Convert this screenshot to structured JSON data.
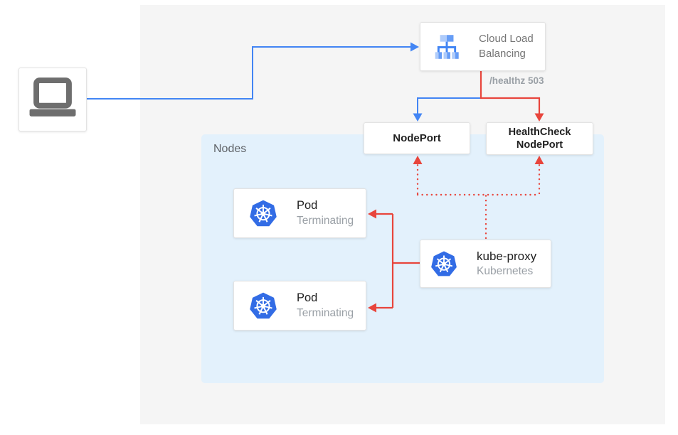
{
  "colors": {
    "canvas-bg": "#F5F5F5",
    "panel-bg": "#E3F1FC",
    "blue": "#4285F4",
    "red": "#E8453C",
    "k8s-blue": "#326CE5",
    "icon-gray": "#6E6E6E",
    "title-dark": "#212121",
    "text-gray": "#757575",
    "muted-gray": "#9AA0A6"
  },
  "client": {
    "icon": "laptop"
  },
  "load_balancer": {
    "label": "Cloud Load Balancing"
  },
  "health_check_label": "/healthz 503",
  "node_port": {
    "label": "NodePort"
  },
  "health_check_node_port": {
    "label": "HealthCheck NodePort"
  },
  "nodes_panel": {
    "label": "Nodes"
  },
  "kube_proxy": {
    "title": "kube-proxy",
    "subtitle": "Kubernetes"
  },
  "pods": [
    {
      "title": "Pod",
      "status": "Terminating"
    },
    {
      "title": "Pod",
      "status": "Terminating"
    }
  ]
}
